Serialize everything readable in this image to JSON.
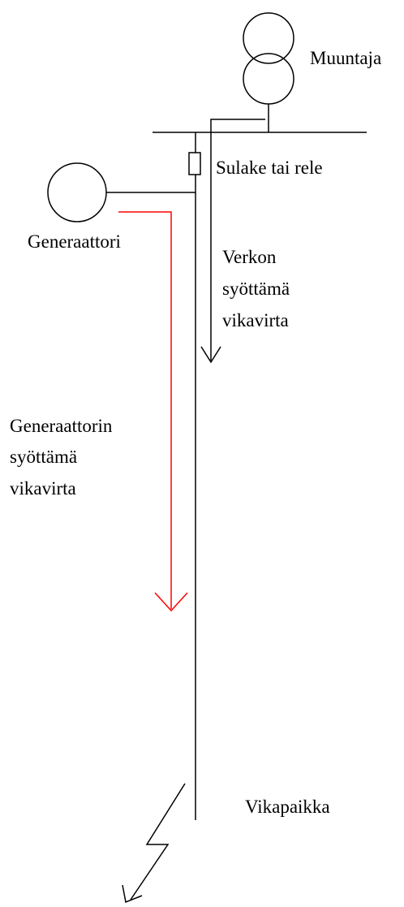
{
  "labels": {
    "transformer": "Muuntaja",
    "fuse_or_relay": "Sulake tai rele",
    "generator": "Generaattori",
    "grid_fault_current": [
      "Verkon",
      "syöttämä",
      "vikavirta"
    ],
    "generator_fault_current": [
      "Generaattorin",
      "syöttämä",
      "vikavirta"
    ],
    "fault_location": "Vikapaikka"
  },
  "colors": {
    "line": "#000000",
    "generator_current_arrow": "#ff0000",
    "background": "#ffffff"
  },
  "icons": {
    "transformer": "transformer-icon",
    "generator": "generator-icon",
    "fuse": "fuse-icon",
    "fault": "lightning-bolt-icon"
  }
}
